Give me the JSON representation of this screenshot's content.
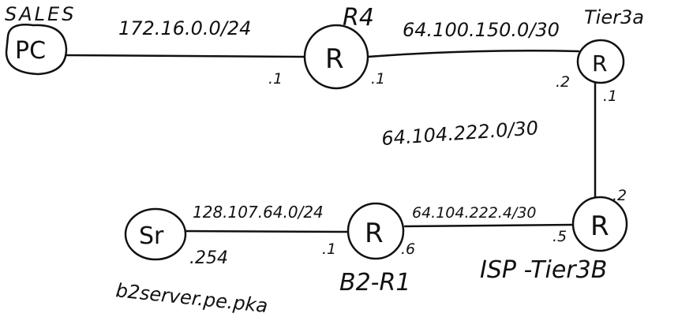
{
  "nodes": {
    "pc": {
      "symbol": "PC",
      "label": "SALES"
    },
    "r4": {
      "symbol": "R",
      "label": "R4"
    },
    "tier3a": {
      "symbol": "R",
      "label": "Tier3a"
    },
    "isp_tier3b": {
      "symbol": "R",
      "label": "ISP -Tier3B"
    },
    "b2r1": {
      "symbol": "R",
      "label": "B2-R1"
    },
    "server": {
      "symbol": "Sr",
      "label": "b2server.pe.pka"
    }
  },
  "links": {
    "pc_r4": {
      "network": "172.16.0.0/24",
      "r4_addr": ".1"
    },
    "r4_tier3a": {
      "network": "64.100.150.0/30",
      "r4_addr": ".1",
      "tier3a_addr": ".2"
    },
    "tier3a_isp": {
      "network": "64.104.222.0/30",
      "tier3a_addr": ".1",
      "isp_addr": ".2"
    },
    "isp_b2r1": {
      "network": "64.104.222.4/30",
      "isp_addr": ".5",
      "b2r1_addr": ".6"
    },
    "b2r1_server": {
      "network": "128.107.64.0/24",
      "b2r1_addr": ".1",
      "server_addr": ".254"
    }
  }
}
